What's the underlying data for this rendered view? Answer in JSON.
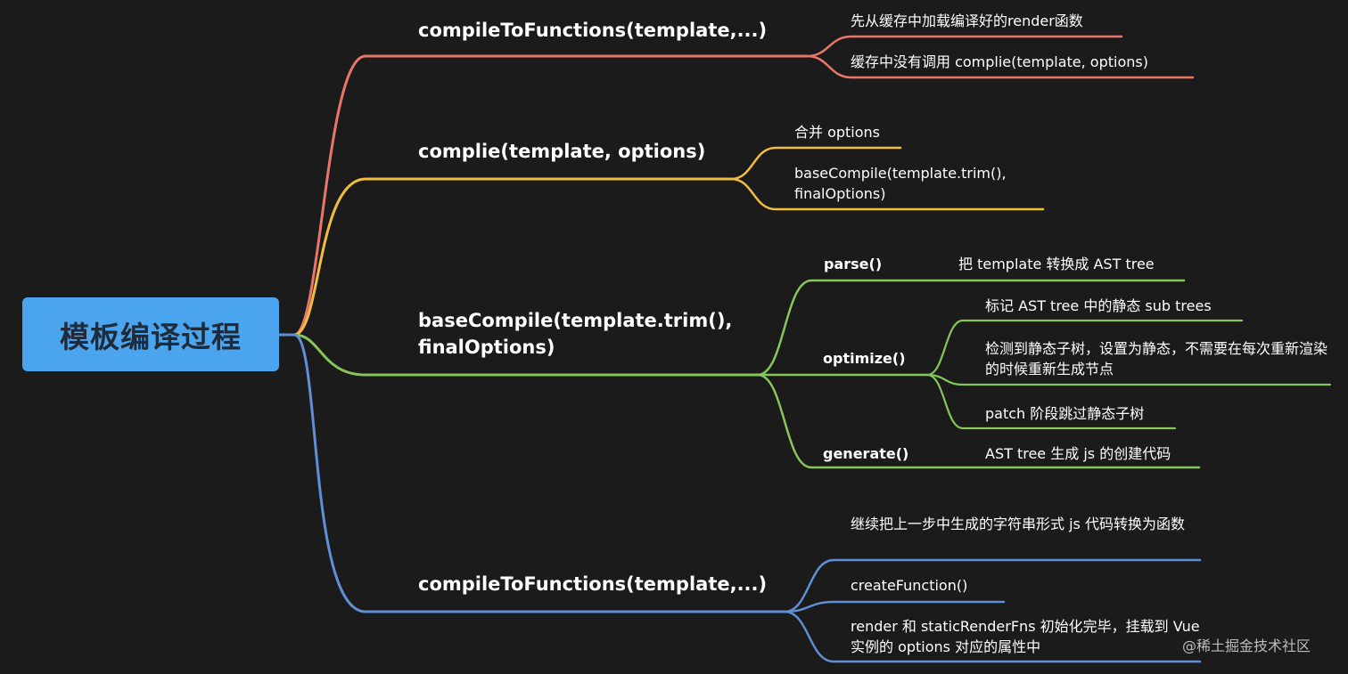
{
  "root": {
    "label": "模板编译过程"
  },
  "colors": {
    "background": "#1b1b1b",
    "root_fill": "#4aa5ee",
    "branch_red": "#e8776a",
    "branch_yellow": "#f1bd3e",
    "branch_green": "#86c65a",
    "branch_blue": "#5f8fd6"
  },
  "branches": [
    {
      "label": "compileToFunctions(template,...)",
      "children": [
        {
          "label": "先从缓存中加载编译好的render函数"
        },
        {
          "label": "缓存中没有调用 complie(template, options)"
        }
      ]
    },
    {
      "label": "complie(template, options)",
      "children": [
        {
          "label": "合并 options"
        },
        {
          "label": "baseCompile(template.trim(), finalOptions)"
        }
      ]
    },
    {
      "label": "baseCompile(template.trim(), finalOptions)",
      "children": [
        {
          "label": "parse()",
          "details": [
            "把 template 转换成 AST tree"
          ]
        },
        {
          "label": "optimize()",
          "details": [
            "标记 AST tree 中的静态 sub trees",
            "检测到静态子树，设置为静态，不需要在每次重新渲染的时候重新生成节点",
            "patch 阶段跳过静态子树"
          ]
        },
        {
          "label": "generate()",
          "details": [
            "AST tree 生成 js 的创建代码"
          ]
        }
      ]
    },
    {
      "label": "compileToFunctions(template,...)",
      "children": [
        {
          "label": "继续把上一步中生成的字符串形式 js 代码转换为函数"
        },
        {
          "label": "createFunction()"
        },
        {
          "label": "render 和 staticRenderFns 初始化完毕，挂载到 Vue 实例的 options 对应的属性中"
        }
      ]
    }
  ],
  "watermark": "@稀土掘金技术社区"
}
